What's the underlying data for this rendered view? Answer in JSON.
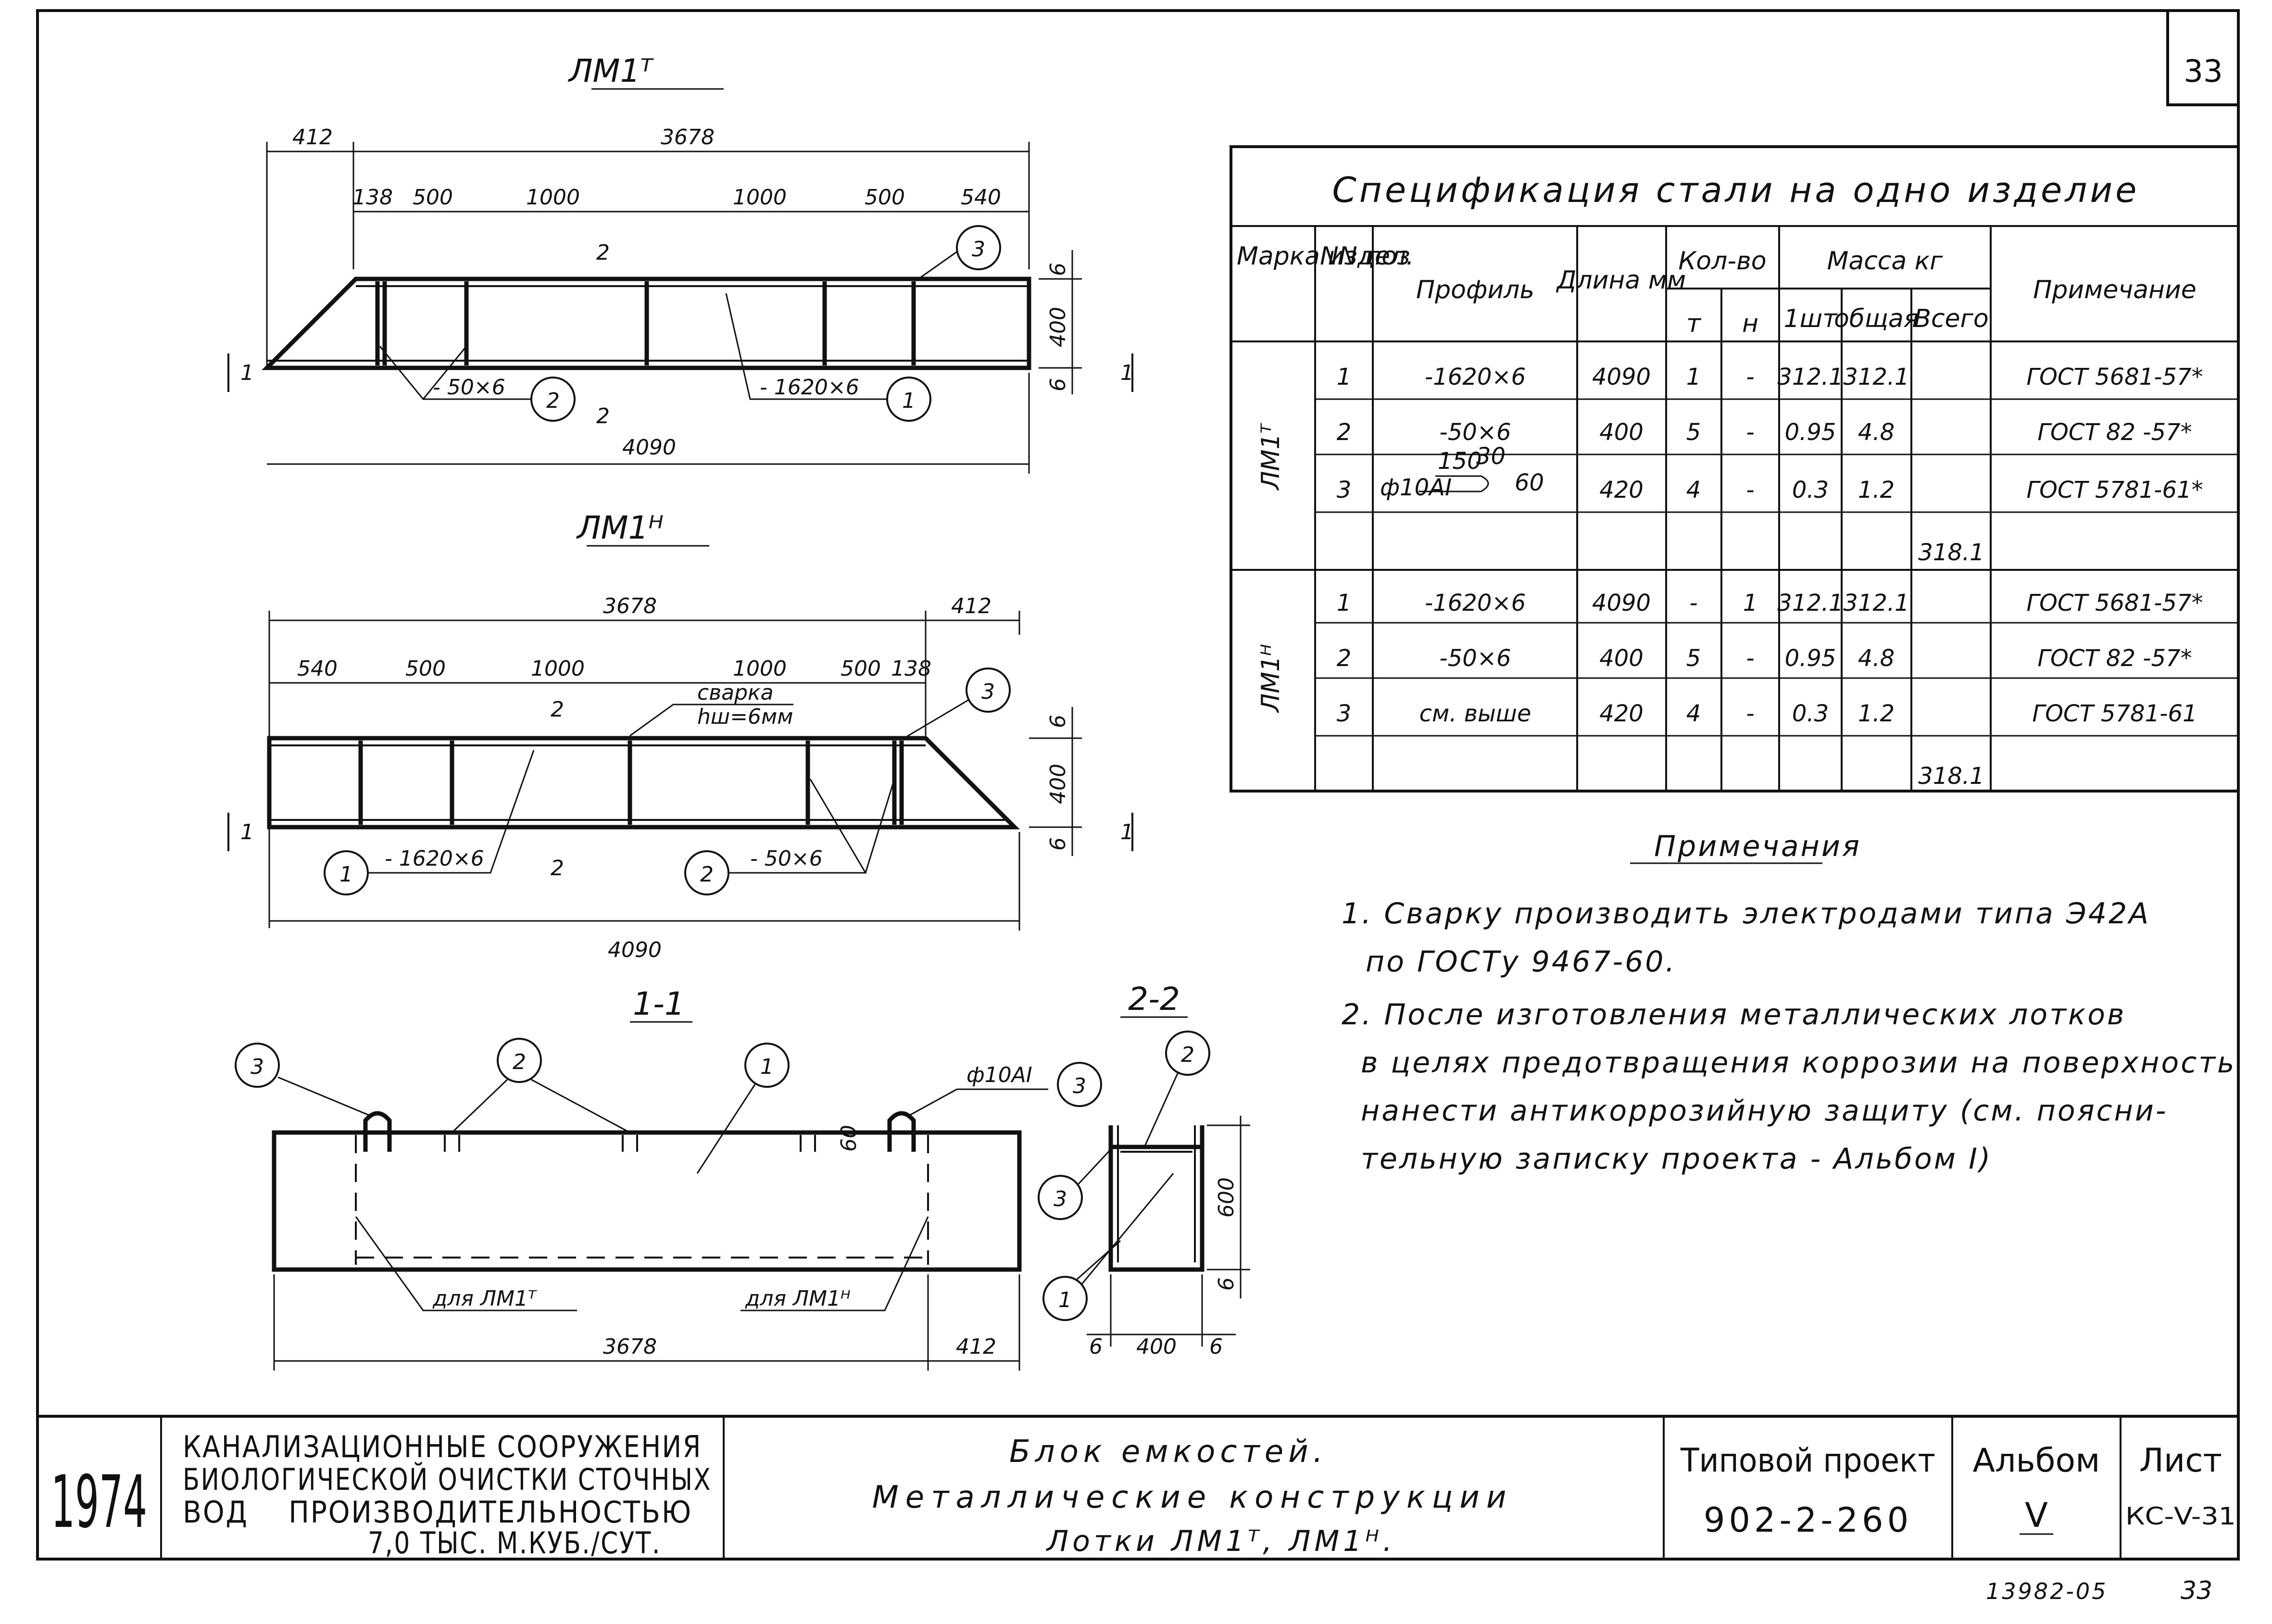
{
  "sheet": {
    "number": "33",
    "footer_code": "13982-05",
    "footer_sheet": "33"
  },
  "lm1t": {
    "title": "ЛМ1ᵀ",
    "dims": [
      "412",
      "3678",
      "138",
      "500",
      "1000",
      "1000",
      "500",
      "540",
      "4090",
      "6",
      "400",
      "6"
    ],
    "callouts": [
      "1",
      "2",
      "3"
    ],
    "labels": [
      "- 50×6",
      "- 1620×6",
      "2",
      "2",
      "1",
      "1"
    ]
  },
  "lm1h": {
    "title": "ЛМ1ᴴ",
    "dims": [
      "3678",
      "412",
      "540",
      "500",
      "1000",
      "1000",
      "500",
      "138",
      "4090",
      "6",
      "400",
      "6"
    ],
    "weld": [
      "сварка",
      "hш=6мм"
    ],
    "callouts": [
      "1",
      "2",
      "3"
    ],
    "labels": [
      "- 1620×6",
      "- 50×6",
      "2",
      "2",
      "1",
      "1"
    ]
  },
  "sec11": {
    "title": "1-1",
    "callouts": [
      "3",
      "2",
      "1",
      "3"
    ],
    "rebar": "ф10АI",
    "for_t": "для ЛМ1ᵀ",
    "for_h": "для ЛМ1ᴴ",
    "dims": [
      "3678",
      "412",
      "60"
    ]
  },
  "sec22": {
    "title": "2-2",
    "callouts": [
      "2",
      "3",
      "1"
    ],
    "dims": [
      "600",
      "6",
      "6",
      "400",
      "6"
    ]
  },
  "spec": {
    "title": "Спецификация стали на одно изделие",
    "headers": {
      "mark": "Марка издел.",
      "pos": "NN поз",
      "profile": "Профиль",
      "length": "Длина мм",
      "qty": "Кол-во",
      "qty_t": "т",
      "qty_n": "н",
      "mass": "Масса кг",
      "mass_one": "1шт",
      "mass_total": "общая",
      "mass_all": "Всего",
      "note": "Примечание"
    },
    "groups": [
      {
        "mark": "ЛМ1ᵀ",
        "total": "318.1",
        "rows": [
          {
            "pos": "1",
            "profile": "-1620×6",
            "length": "4090",
            "t": "1",
            "n": "-",
            "one": "312.1",
            "total": "312.1",
            "note": "ГОСТ 5681-57*"
          },
          {
            "pos": "2",
            "profile": "-50×6",
            "length": "400",
            "t": "5",
            "n": "-",
            "one": "0.95",
            "total": "4.8",
            "note": "ГОСТ 82 -57*"
          },
          {
            "pos": "3",
            "profile": "ф10АI",
            "sketch": [
              "150",
              "30",
              "60"
            ],
            "length": "420",
            "t": "4",
            "n": "-",
            "one": "0.3",
            "total": "1.2",
            "note": "ГОСТ 5781-61*"
          }
        ]
      },
      {
        "mark": "ЛМ1ᴴ",
        "total": "318.1",
        "rows": [
          {
            "pos": "1",
            "profile": "-1620×6",
            "length": "4090",
            "t": "-",
            "n": "1",
            "one": "312.1",
            "total": "312.1",
            "note": "ГОСТ 5681-57*"
          },
          {
            "pos": "2",
            "profile": "-50×6",
            "length": "400",
            "t": "5",
            "n": "-",
            "one": "0.95",
            "total": "4.8",
            "note": "ГОСТ 82 -57*"
          },
          {
            "pos": "3",
            "profile": "см. выше",
            "length": "420",
            "t": "4",
            "n": "-",
            "one": "0.3",
            "total": "1.2",
            "note": "ГОСТ 5781-61"
          }
        ]
      }
    ]
  },
  "notes": {
    "title": "Примечания",
    "lines": [
      "1. Сварку производить электродами типа Э42А",
      "по ГОСТу 9467-60.",
      "2. После изготовления металлических лотков",
      "в целях предотвращения коррозии на поверхность",
      "нанести антикоррозийную защиту (см. поясни-",
      "тельную записку проекта - Альбом I)"
    ]
  },
  "title_block": {
    "year": "1974",
    "org": [
      "КАНАЛИЗАЦИОННЫЕ СООРУЖЕНИЯ",
      "БИОЛОГИЧЕСКОЙ ОЧИСТКИ СТОЧНЫХ",
      "ВОД    ПРОИЗВОДИТЕЛЬНОСТЬЮ",
      "7,0 ТЫС. М.КУБ./СУТ."
    ],
    "drawing": [
      "Блок емкостей.",
      "Металлические конструкции",
      "Лотки ЛМ1ᵀ, ЛМ1ᴴ."
    ],
    "project_label": "Типовой проект",
    "project_no": "902-2-260",
    "album_label": "Альбом",
    "album_no": "V",
    "sheet_label": "Лист",
    "sheet_no": "КС-V-31"
  }
}
